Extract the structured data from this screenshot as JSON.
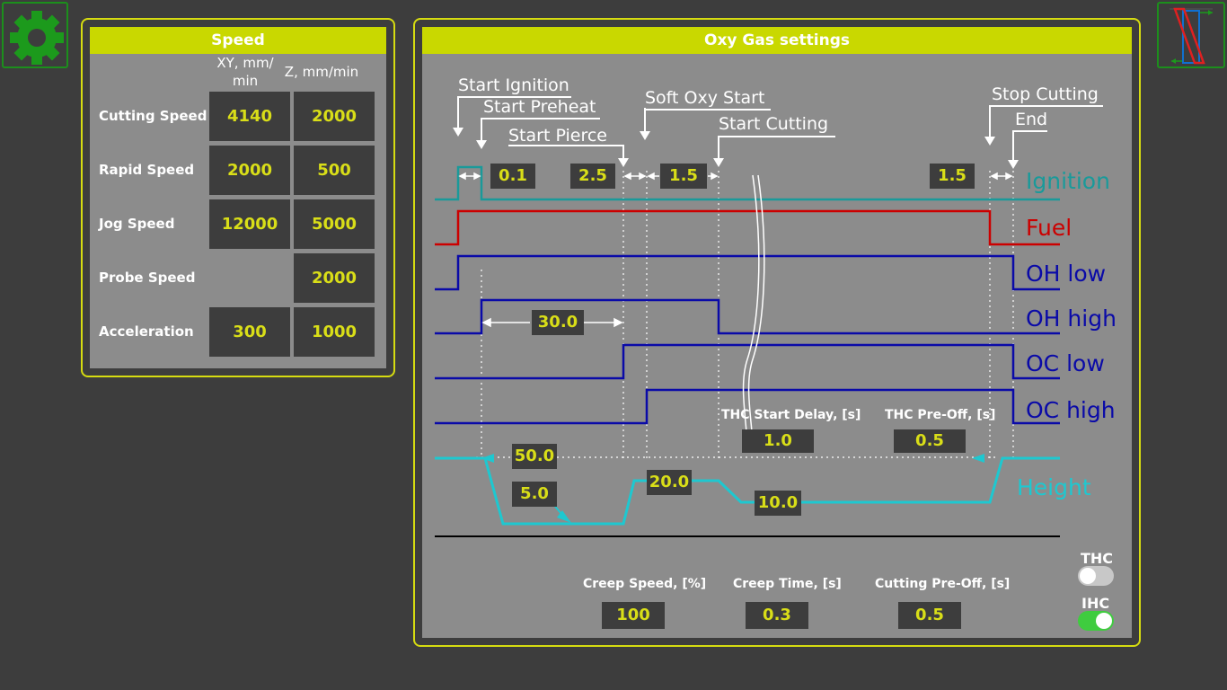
{
  "speed_panel": {
    "title": "Speed",
    "col_xy": "XY, mm/\nmin",
    "col_z": "Z, mm/min",
    "rows": [
      {
        "label": "Cutting Speed",
        "xy": "4140",
        "z": "2000"
      },
      {
        "label": "Rapid Speed",
        "xy": "2000",
        "z": "500"
      },
      {
        "label": "Jog Speed",
        "xy": "12000",
        "z": "5000"
      },
      {
        "label": "Probe Speed",
        "xy": "",
        "z": "2000"
      },
      {
        "label": "Acceleration",
        "xy": "300",
        "z": "1000"
      }
    ]
  },
  "oxy_panel": {
    "title": "Oxy Gas settings",
    "events": {
      "start_ignition": "Start Ignition",
      "start_preheat": "Start Preheat",
      "start_pierce": "Start Pierce",
      "soft_oxy_start": "Soft Oxy Start",
      "start_cutting": "Start Cutting",
      "stop_cutting": "Stop Cutting",
      "end": "End"
    },
    "signals": {
      "ignition": "Ignition",
      "fuel": "Fuel",
      "oh_low": "OH low",
      "oh_high": "OH high",
      "oc_low": "OC low",
      "oc_high": "OC high",
      "height": "Height"
    },
    "values": {
      "ignition_time": "0.1",
      "pierce_time": "2.5",
      "soft_oxy_time": "1.5",
      "stop_time": "1.5",
      "preheat_time": "30.0",
      "pierce_height": "50.0",
      "ignition_height": "5.0",
      "cut_start_height": "20.0",
      "cut_height": "10.0",
      "thc_start_delay": "1.0",
      "thc_pre_off": "0.5",
      "creep_speed": "100",
      "creep_time": "0.3",
      "cutting_pre_off": "0.5"
    },
    "labels": {
      "thc_start_delay": "THC Start Delay, [s]",
      "thc_pre_off": "THC Pre-Off, [s]",
      "creep_speed": "Creep Speed, [%]",
      "creep_time": "Creep Time, [s]",
      "cutting_pre_off": "Cutting Pre-Off, [s]"
    },
    "toggles": {
      "thc_label": "THC",
      "thc_on": false,
      "ihc_label": "IHC",
      "ihc_on": true
    }
  },
  "colors": {
    "accent": "#c9d800",
    "border": "#d6dc10",
    "value_text": "#d9de18",
    "ignition": "#1a9a9a",
    "fuel": "#cc0000",
    "oxygen": "#0a0aa8",
    "height": "#1ec8d0",
    "toggle_on": "#3fcc3f"
  }
}
